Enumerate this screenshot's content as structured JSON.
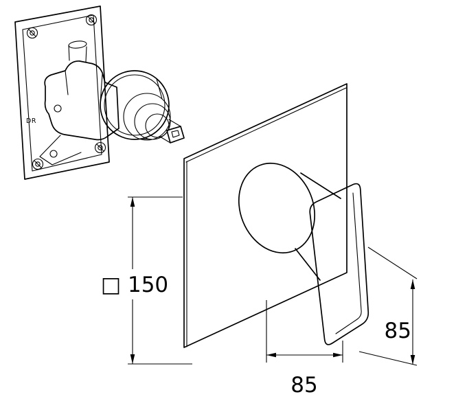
{
  "page": {
    "background_color": "#ffffff"
  },
  "drawing": {
    "line_color": "#000000",
    "text_color": "#000000",
    "labels": {
      "plate_size": "□ 150",
      "width": "85",
      "handle_length": "85",
      "body_marking": "DR"
    }
  }
}
